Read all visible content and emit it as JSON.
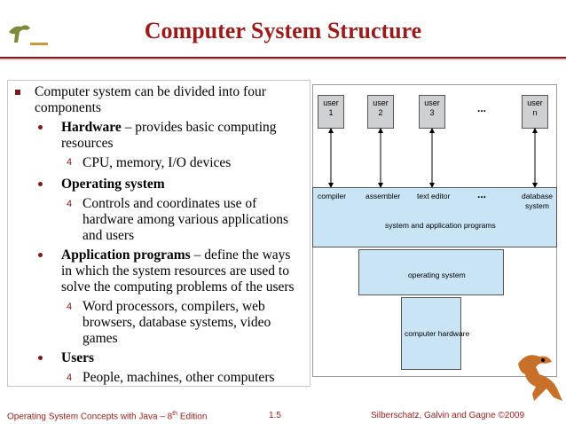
{
  "title": "Computer System Structure",
  "bullets": {
    "main_line1": "Computer system can be divided into four",
    "main_line2": "components",
    "hw_bold": "Hardware",
    "hw_rest": " – provides basic computing",
    "hw_line2": "resources",
    "hw_sub": "CPU, memory, I/O devices",
    "os_bold": "Operating system",
    "os_sub_line1": "Controls and coordinates use of",
    "os_sub_line2": "hardware among various applications",
    "os_sub_line3": "and users",
    "ap_bold": "Application programs",
    "ap_rest": " – define the ways",
    "ap_line2": "in which the system resources are used to",
    "ap_line3": "solve the computing problems of the users",
    "ap_sub_line1": "Word processors, compilers, web",
    "ap_sub_line2": "browsers, database systems, video",
    "ap_sub_line3": "games",
    "users_bold": "Users",
    "users_sub": "People, machines, other computers",
    "sub_marker": "4"
  },
  "diagram": {
    "users": [
      {
        "line1": "user",
        "line2": "1"
      },
      {
        "line1": "user",
        "line2": "2"
      },
      {
        "line1": "user",
        "line2": "3"
      },
      {
        "line1": "user",
        "line2": "n"
      }
    ],
    "ellipsis": "...",
    "apps": [
      "compiler",
      "assembler",
      "text editor",
      "database",
      "system"
    ],
    "layer_app": "system and application programs",
    "layer_os": "operating system",
    "layer_hw": "computer hardware"
  },
  "footer": {
    "left": "Operating System Concepts  with Java – 8",
    "left_sup": "th",
    "left_end": " Edition",
    "page": "1.5",
    "right": "Silberschatz, Galvin and Gagne ©2009"
  },
  "colors": {
    "title": "#9b1b1b",
    "layer_fill": "#c9e4f5",
    "user_fill": "#cfd0d2"
  }
}
